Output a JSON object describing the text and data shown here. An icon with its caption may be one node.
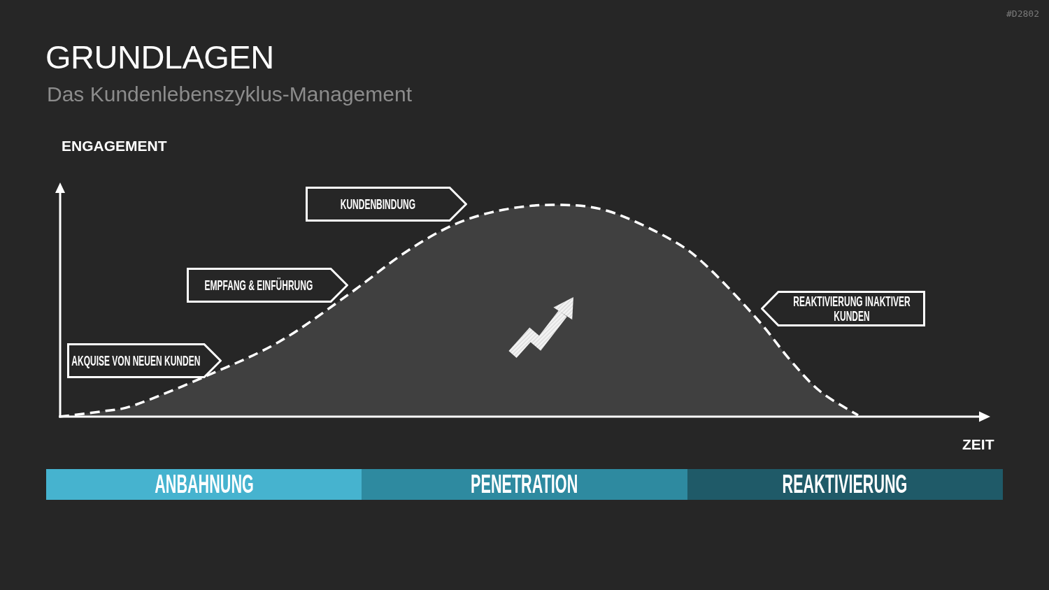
{
  "diagram": {
    "title": "GRUNDLAGEN",
    "nodes": [
      {
        "text": [
          "AKQUISE VON NEUEN KUNDEN"
        ]
      },
      {
        "text": [
          "EMPFANG & EINFÜHRUNG"
        ]
      },
      {
        "text": [
          "KUNDENBINDUNG"
        ]
      },
      {
        "text": [
          "REAKTIVIERUNG INAKTIVER KUNDEN"
        ]
      },
      {
        "text": [
          "ANBAHNUNG"
        ]
      },
      {
        "text": [
          "PENETRATION"
        ]
      },
      {
        "text": [
          "REAKTIVIERUNG"
        ]
      }
    ],
    "labels": [
      "#D2802",
      "Das Kundenlebenszyklus-Management",
      "ENGAGEMENT",
      "ZEIT"
    ]
  }
}
